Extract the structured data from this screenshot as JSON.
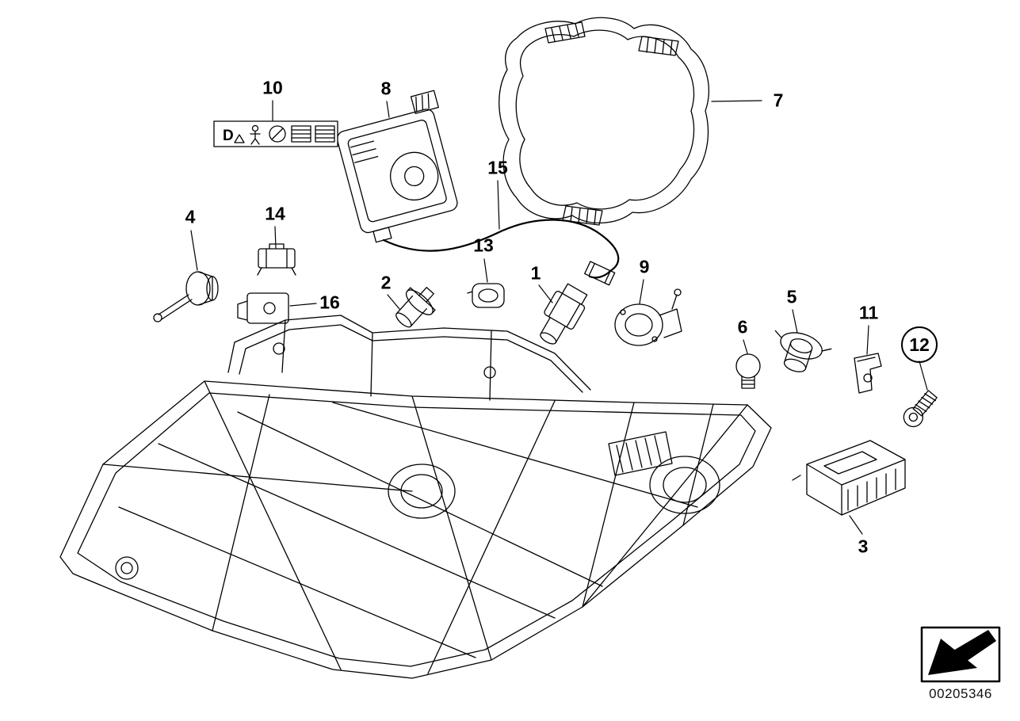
{
  "diagram": {
    "number": "00205346",
    "callouts": [
      "1",
      "2",
      "3",
      "4",
      "5",
      "6",
      "7",
      "8",
      "9",
      "10",
      "11",
      "12",
      "13",
      "14",
      "15",
      "16"
    ],
    "warning_label": {
      "letter": "D"
    },
    "colors": {
      "line": "#000000",
      "background": "#ffffff"
    },
    "icons": {
      "nav_arrow": "thick-diagonal-arrow",
      "warning_triangle": "triangle-outline",
      "person": "stick-figure",
      "no_entry": "circle-with-slash",
      "hatch": "striped-block"
    }
  }
}
